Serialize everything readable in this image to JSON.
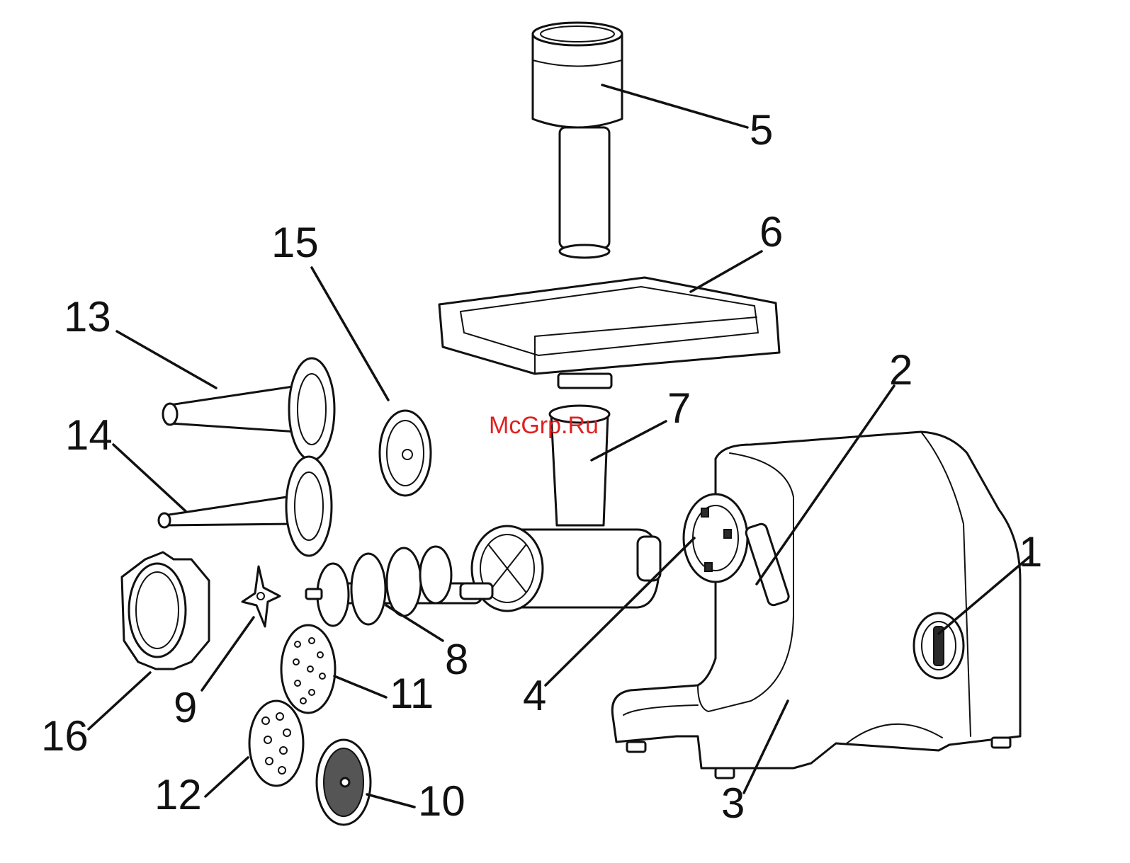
{
  "watermark": "McGrp.Ru",
  "colors": {
    "line": "#111111",
    "watermark": "#e02020",
    "background": "#ffffff"
  },
  "labels": [
    "1",
    "2",
    "3",
    "4",
    "5",
    "6",
    "7",
    "8",
    "9",
    "10",
    "11",
    "12",
    "13",
    "14",
    "15",
    "16"
  ]
}
